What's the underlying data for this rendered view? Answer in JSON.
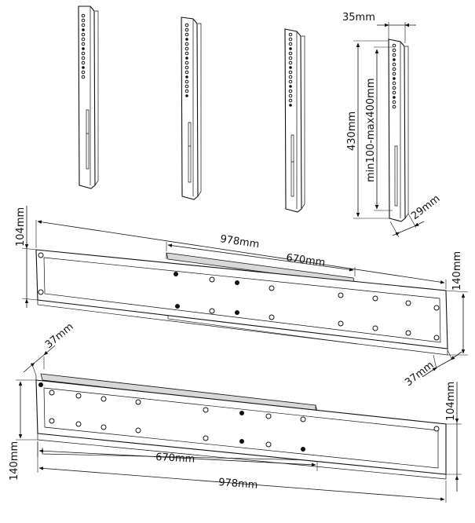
{
  "dimensions": {
    "arm_width": "35mm",
    "arm_height": "430mm",
    "vesa_range": "min100-max400mm",
    "arm_depth": "29mm",
    "top_rail_height": "104mm",
    "top_rail_length": "978mm",
    "top_rail_slot": "670mm",
    "top_rail_full_height": "140mm",
    "top_rail_depth": "37mm",
    "bottom_rail_depth": "37mm",
    "bottom_rail_height": "104mm",
    "bottom_rail_full_height": "140mm",
    "bottom_rail_slot": "670mm",
    "bottom_rail_length": "978mm"
  }
}
